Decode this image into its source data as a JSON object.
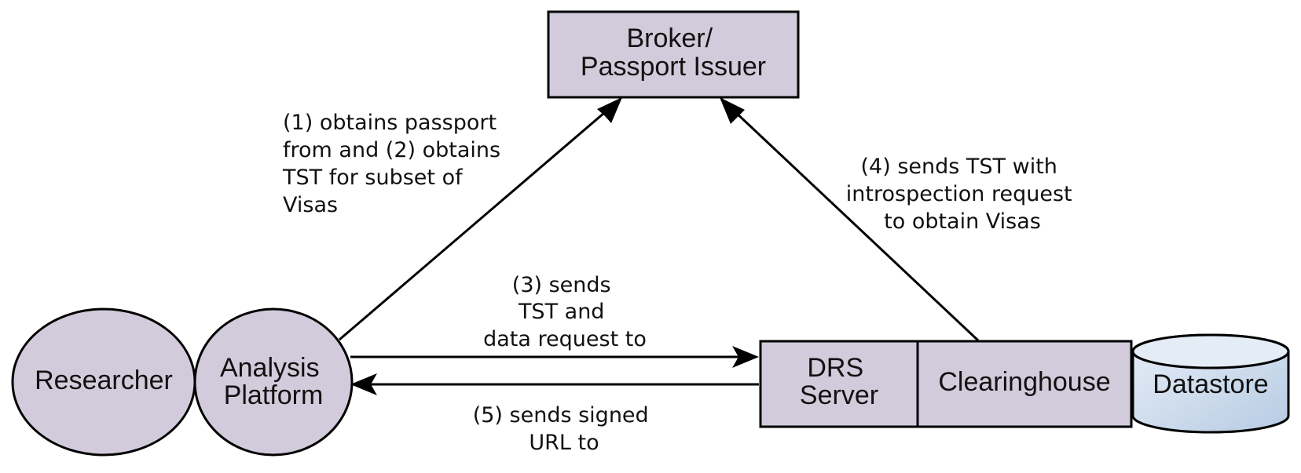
{
  "nodes": {
    "broker": [
      "Broker/",
      "Passport Issuer"
    ],
    "researcher": "Researcher",
    "analysis": [
      "Analysis",
      "Platform"
    ],
    "drs": [
      "DRS",
      "Server"
    ],
    "clearinghouse": "Clearinghouse",
    "datastore": "Datastore"
  },
  "edges": {
    "e1": [
      "(1) obtains passport",
      "from and (2) obtains",
      "TST for subset of",
      "Visas"
    ],
    "e3": [
      "(3) sends",
      "TST and",
      "data request to"
    ],
    "e4": [
      "(4) sends TST with",
      "introspection request",
      "to obtain Visas"
    ],
    "e5": [
      "(5) sends signed",
      "URL to"
    ]
  },
  "colors": {
    "node_fill": "#d2cbdb",
    "datastore_fill_light": "#e6eef7",
    "datastore_fill_dark": "#b7cbe3",
    "line": "#000000"
  }
}
